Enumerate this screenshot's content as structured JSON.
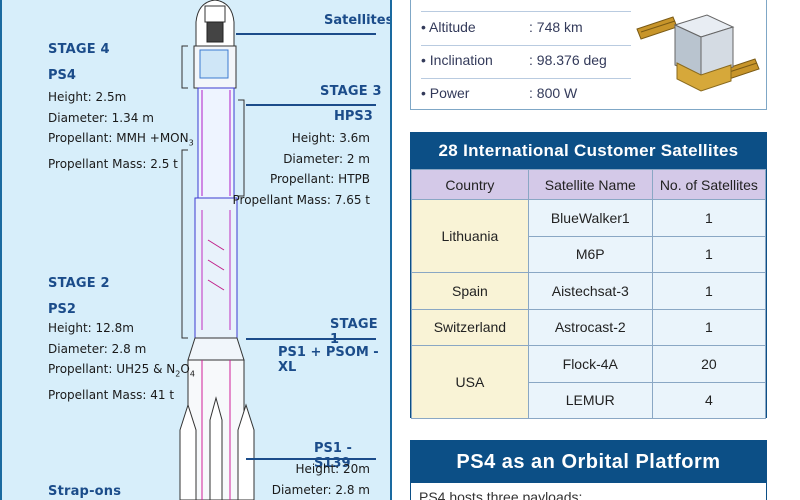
{
  "rocket": {
    "satellites_label": "Satellites",
    "stage4": {
      "title": "STAGE 4",
      "name": "PS4",
      "height": "Height: 2.5m",
      "diameter": "Diameter: 1.34 m",
      "propellant_prefix": "Propellant: MMH +MON",
      "propellant_sub": "3",
      "mass": "Propellant Mass: 2.5 t"
    },
    "stage3": {
      "title": "STAGE 3",
      "name": "HPS3",
      "height": "Height: 3.6m",
      "diameter": "Diameter: 2 m",
      "propellant": "Propellant: HTPB",
      "mass": "Propellant Mass: 7.65 t"
    },
    "stage2": {
      "title": "STAGE 2",
      "name": "PS2",
      "height": "Height: 12.8m",
      "diameter": "Diameter: 2.8 m",
      "propellant_prefix": "Propellant: UH25 & N",
      "propellant_sub1": "2",
      "propellant_mid": "O",
      "propellant_sub2": "4",
      "mass": "Propellant Mass: 41 t"
    },
    "stage1": {
      "title": "STAGE 1",
      "name": "PS1 + PSOM - XL",
      "core_name": "PS1 - S139",
      "height": "Height: 20m",
      "diameter": "Diameter: 2.8 m"
    },
    "strapons": {
      "title": "Strap-ons"
    }
  },
  "orbit": {
    "rows": [
      {
        "label": "• Altitude",
        "value": ":   748 km"
      },
      {
        "label": "•  Inclination",
        "value": ":   98.376 deg"
      },
      {
        "label": "• Power",
        "value": ":    800 W"
      }
    ]
  },
  "customers": {
    "title": "28 International Customer Satellites",
    "headers": [
      "Country",
      "Satellite Name",
      "No. of Satellites"
    ],
    "groups": [
      {
        "country": "Lithuania",
        "rows": [
          {
            "name": "BlueWalker1",
            "count": "1"
          },
          {
            "name": "M6P",
            "count": "1"
          }
        ]
      },
      {
        "country": "Spain",
        "rows": [
          {
            "name": "Aistechsat-3",
            "count": "1"
          }
        ]
      },
      {
        "country": "Switzerland",
        "rows": [
          {
            "name": "Astrocast-2",
            "count": "1"
          }
        ]
      },
      {
        "country": "USA",
        "rows": [
          {
            "name": "Flock-4A",
            "count": "20"
          },
          {
            "name": "LEMUR",
            "count": "4"
          }
        ]
      }
    ]
  },
  "platform": {
    "title": "PS4 as an Orbital Platform",
    "text": "PS4 hosts three payloads:"
  },
  "colors": {
    "panel_bg": "#d7eefa",
    "heading_blue": "#1b4c8a",
    "table_header_bg": "#0c4f86",
    "column_header_bg": "#d4c9e8",
    "country_cell_bg": "#f9f3d6"
  }
}
